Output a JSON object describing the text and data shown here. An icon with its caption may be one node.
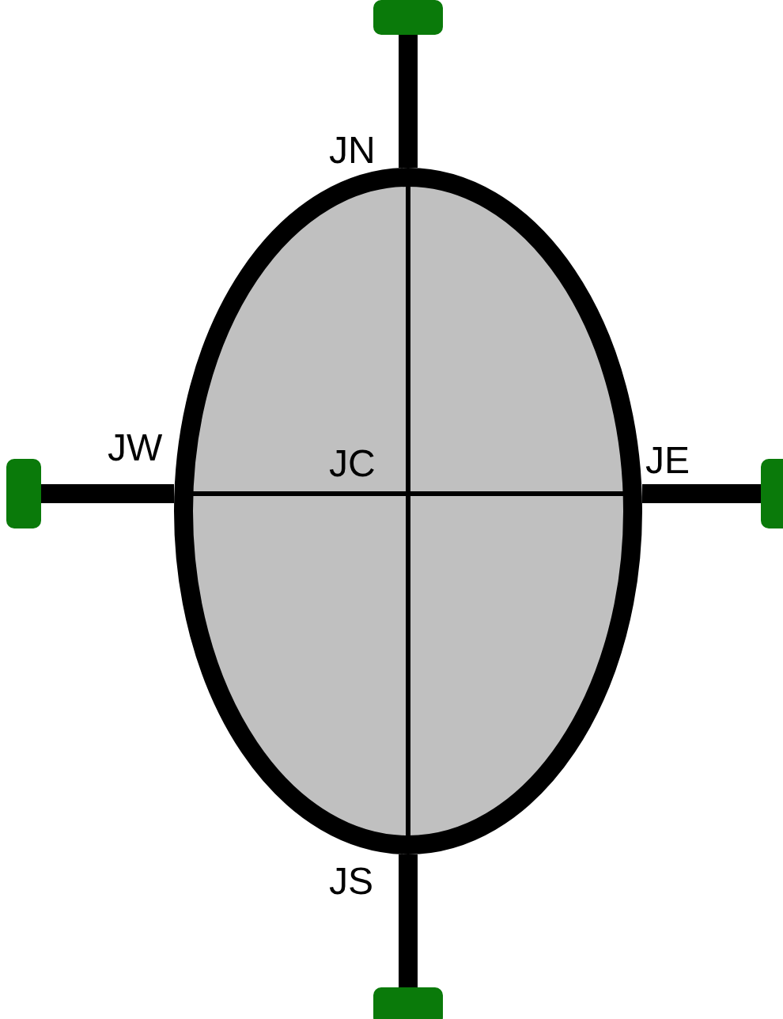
{
  "diagram": {
    "nodes": [
      {
        "text": [],
        "shape": "box"
      },
      {
        "text": [],
        "shape": "ellipse"
      },
      {
        "text": [],
        "shape": "box"
      },
      {
        "text": [],
        "shape": "box"
      },
      {
        "text": [],
        "shape": "box"
      }
    ],
    "edges": [
      {
        "from": 1,
        "to": 0,
        "arrow": "none"
      },
      {
        "from": 1,
        "to": 2,
        "arrow": "none"
      },
      {
        "from": 1,
        "to": 3,
        "arrow": "none"
      },
      {
        "from": 1,
        "to": 4,
        "arrow": "none"
      }
    ],
    "labels": [
      "JN",
      "JW",
      "JC",
      "JE",
      "JS"
    ]
  }
}
